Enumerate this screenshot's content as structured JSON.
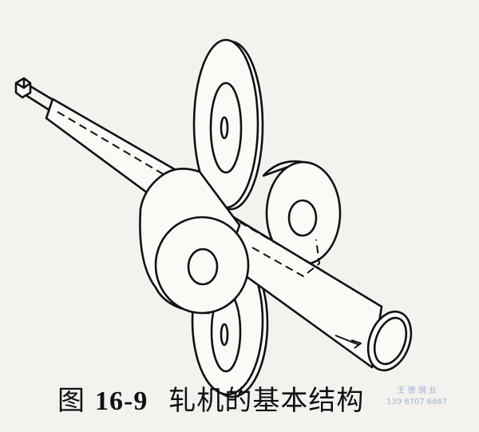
{
  "figure": {
    "label": "图",
    "number": "16-9",
    "title": "轧机的基本结构"
  },
  "watermark": {
    "name": "王 徳 钢 业",
    "phone": "139 6707 6667"
  }
}
